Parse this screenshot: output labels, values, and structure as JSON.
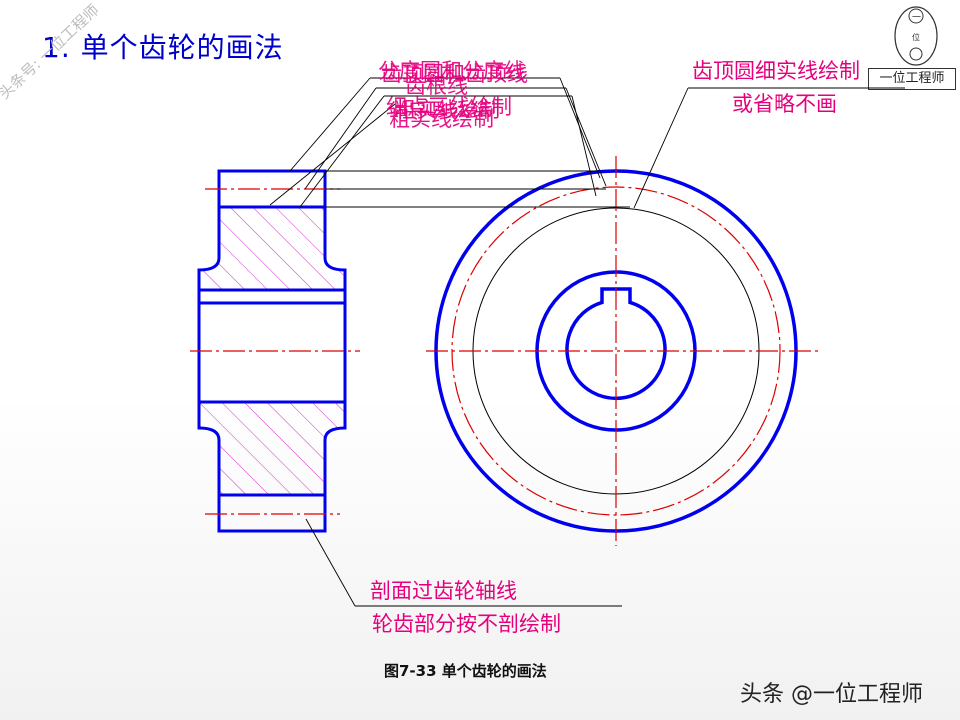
{
  "slide": {
    "title": "1. 单个齿轮的画法"
  },
  "labels": {
    "overlap_a_line1": "分度圆和分度线",
    "overlap_a_line2": "细点画线绘制",
    "overlap_b_line1": "齿顶圆和齿顶线",
    "overlap_b_line2": "粗实线绘制",
    "overlap_c_line1": "齿根线",
    "overlap_c_line2": "粗实线绘制",
    "addendum_note_line1": "齿顶圆细实线绘制",
    "addendum_note_line2": "或省略不画",
    "section_note_line1": "剖面过齿轮轴线",
    "section_note_line2": "轮齿部分按不剖绘制"
  },
  "caption": "图7-33   单个齿轮的画法",
  "watermark": "头条号: 一位工程师",
  "footer": "头条 @一位工程师",
  "logo": {
    "label": "一位工程师",
    "seal_chars": [
      "一",
      "位"
    ]
  },
  "colors": {
    "outline": "#0000ee",
    "centerline": "#dd0000",
    "hatch": "#cc33cc",
    "annotation": "#e6007e",
    "thin": "#000000"
  }
}
